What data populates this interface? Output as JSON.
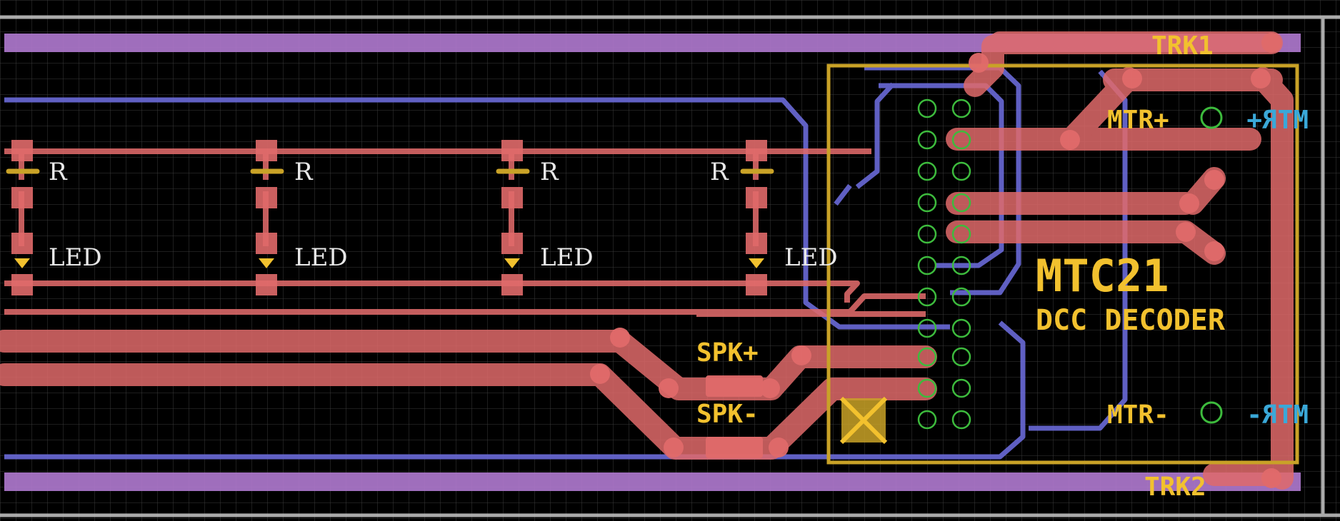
{
  "app": {
    "view": "PCB layout editor"
  },
  "board": {
    "title_line1": "MTC21",
    "title_line2": "DCC DECODER",
    "labels": {
      "trk1": "TRK1",
      "trk2": "TRK2",
      "mtr_plus": "MTR+",
      "mtr_minus": "MTR-",
      "mtr_plus_bottom": "MTR+",
      "mtr_minus_bottom": "MTR-",
      "spk_plus": "SPK+",
      "spk_minus": "SPK-"
    },
    "component_groups": [
      {
        "r_label": "R",
        "led_label": "LED"
      },
      {
        "r_label": "R",
        "led_label": "LED"
      },
      {
        "r_label": "R",
        "led_label": "LED"
      },
      {
        "r_label": "R",
        "led_label": "LED"
      }
    ],
    "colors": {
      "background": "#000000",
      "grid": "#3a3a3a",
      "top_copper": "#e06a6a",
      "bottom_copper": "#6a6ad8",
      "purple_rail": "#b07ad0",
      "silkscreen": "#f2c12e",
      "outline": "#c9a227",
      "pad_ring": "#3dbb3d",
      "bottom_silk": "#3aa8d8",
      "board_edge": "#c8c8c8"
    }
  }
}
